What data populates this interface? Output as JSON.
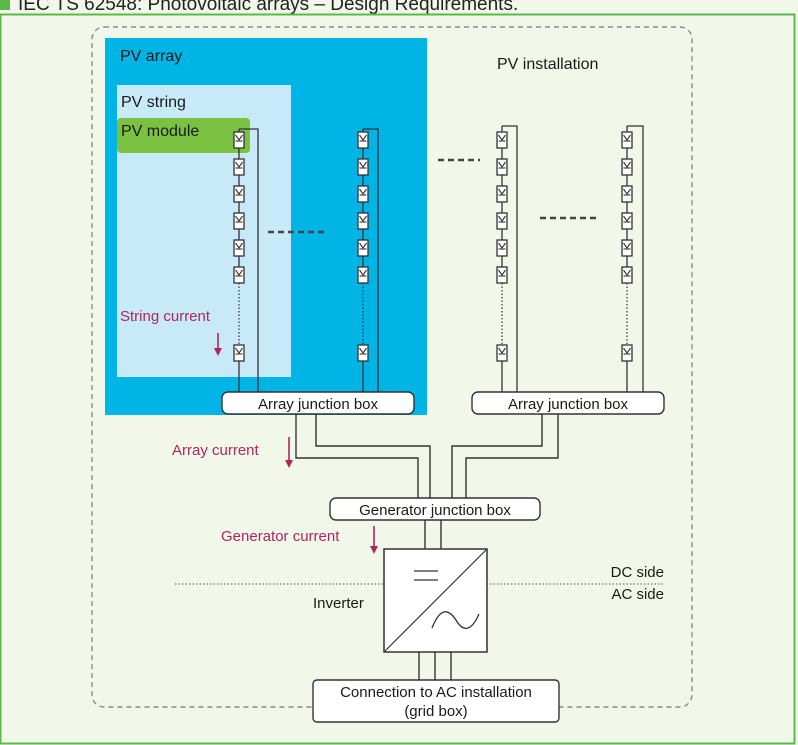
{
  "header": {
    "title": "IEC TS 62548: Photovoltaic arrays – Design Requirements."
  },
  "diagram": {
    "pv_array_label": "PV array",
    "pv_installation_label": "PV installation",
    "pv_string_label": "PV string",
    "pv_module_label": "PV module",
    "string_current_label": "String current",
    "array_current_label": "Array current",
    "generator_current_label": "Generator current",
    "array_junction_box_left": "Array junction box",
    "array_junction_box_right": "Array junction box",
    "generator_junction_box": "Generator junction box",
    "inverter_label": "Inverter",
    "dc_side_label": "DC side",
    "ac_side_label": "AC side",
    "grid_box_line1": "Connection to AC installation",
    "grid_box_line2": "(grid box)"
  },
  "colors": {
    "page_background": "#f1f8ea",
    "frame_green": "#5cb84a",
    "pv_array_fill": "#00b4e6",
    "pv_string_fill": "#c7e9f8",
    "pv_module_fill": "#7bc142",
    "current_label": "#b0255e",
    "line": "#333333"
  }
}
